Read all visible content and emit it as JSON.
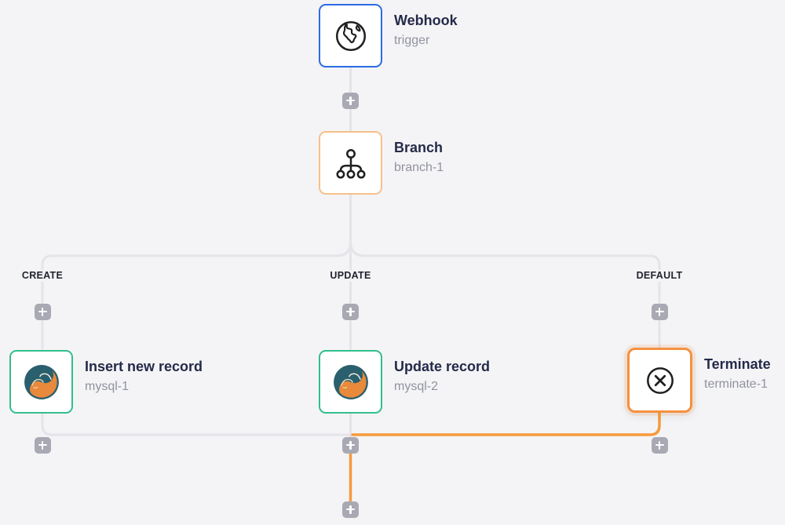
{
  "workflow": {
    "nodes": [
      {
        "title": "Webhook",
        "subtitle": "trigger",
        "icon": "globe-icon",
        "accent": "#2B6BE4",
        "selected": false
      },
      {
        "title": "Branch",
        "subtitle": "branch-1",
        "icon": "branch-icon",
        "accent": "#F6C18A",
        "selected": false
      },
      {
        "title": "Insert new record",
        "subtitle": "mysql-1",
        "icon": "mysql-icon",
        "accent": "#31BF8C",
        "selected": false
      },
      {
        "title": "Update record",
        "subtitle": "mysql-2",
        "icon": "mysql-icon",
        "accent": "#31BF8C",
        "selected": false
      },
      {
        "title": "Terminate",
        "subtitle": "terminate-1",
        "icon": "terminate-icon",
        "accent": "#F59140",
        "selected": true
      }
    ],
    "branch_labels": [
      "CREATE",
      "UPDATE",
      "DEFAULT"
    ],
    "colors": {
      "canvas_bg": "#F4F4F6",
      "connector_idle": "#E4E4E9",
      "connector_active": "#F79A3B",
      "plus_bg": "#A9A9B4",
      "title_text": "#242A49",
      "subtitle_text": "#90939F",
      "branch_label_text": "#21242E",
      "mysql_teal": "#2A5F6E",
      "mysql_orange": "#E8893B"
    }
  }
}
